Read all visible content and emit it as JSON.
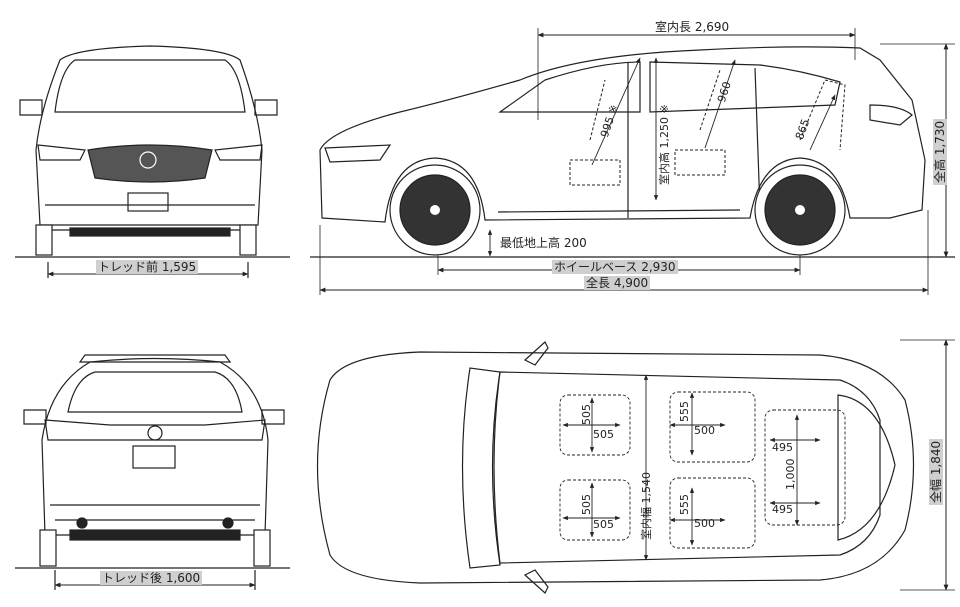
{
  "diagram": {
    "front_view": {
      "tread_front": "トレッド前 1,595"
    },
    "side_view": {
      "interior_length": "室内長 2,690",
      "interior_height": "室内高 1,250 ※",
      "overall_height": "全高 1,730",
      "min_ground_clearance": "最低地上高 200",
      "wheelbase": "ホイールベース 2,930",
      "overall_length": "全長 4,900",
      "front_headroom": "995 ※",
      "second_row_headroom": "960",
      "third_row_headroom": "865"
    },
    "rear_view": {
      "tread_rear": "トレッド後 1,600"
    },
    "top_view": {
      "overall_width": "全幅 1,840",
      "interior_width": "室内幅 1,540",
      "front_seat_left_depth": "505",
      "front_seat_left_width": "505",
      "front_seat_right_depth": "505",
      "front_seat_right_width": "505",
      "second_seat_left_depth": "555",
      "second_seat_left_width": "500",
      "second_seat_right_depth": "555",
      "second_seat_right_width": "500",
      "third_seat_left_width": "495",
      "third_seat_right_width": "495",
      "third_row_width": "1,000"
    }
  }
}
